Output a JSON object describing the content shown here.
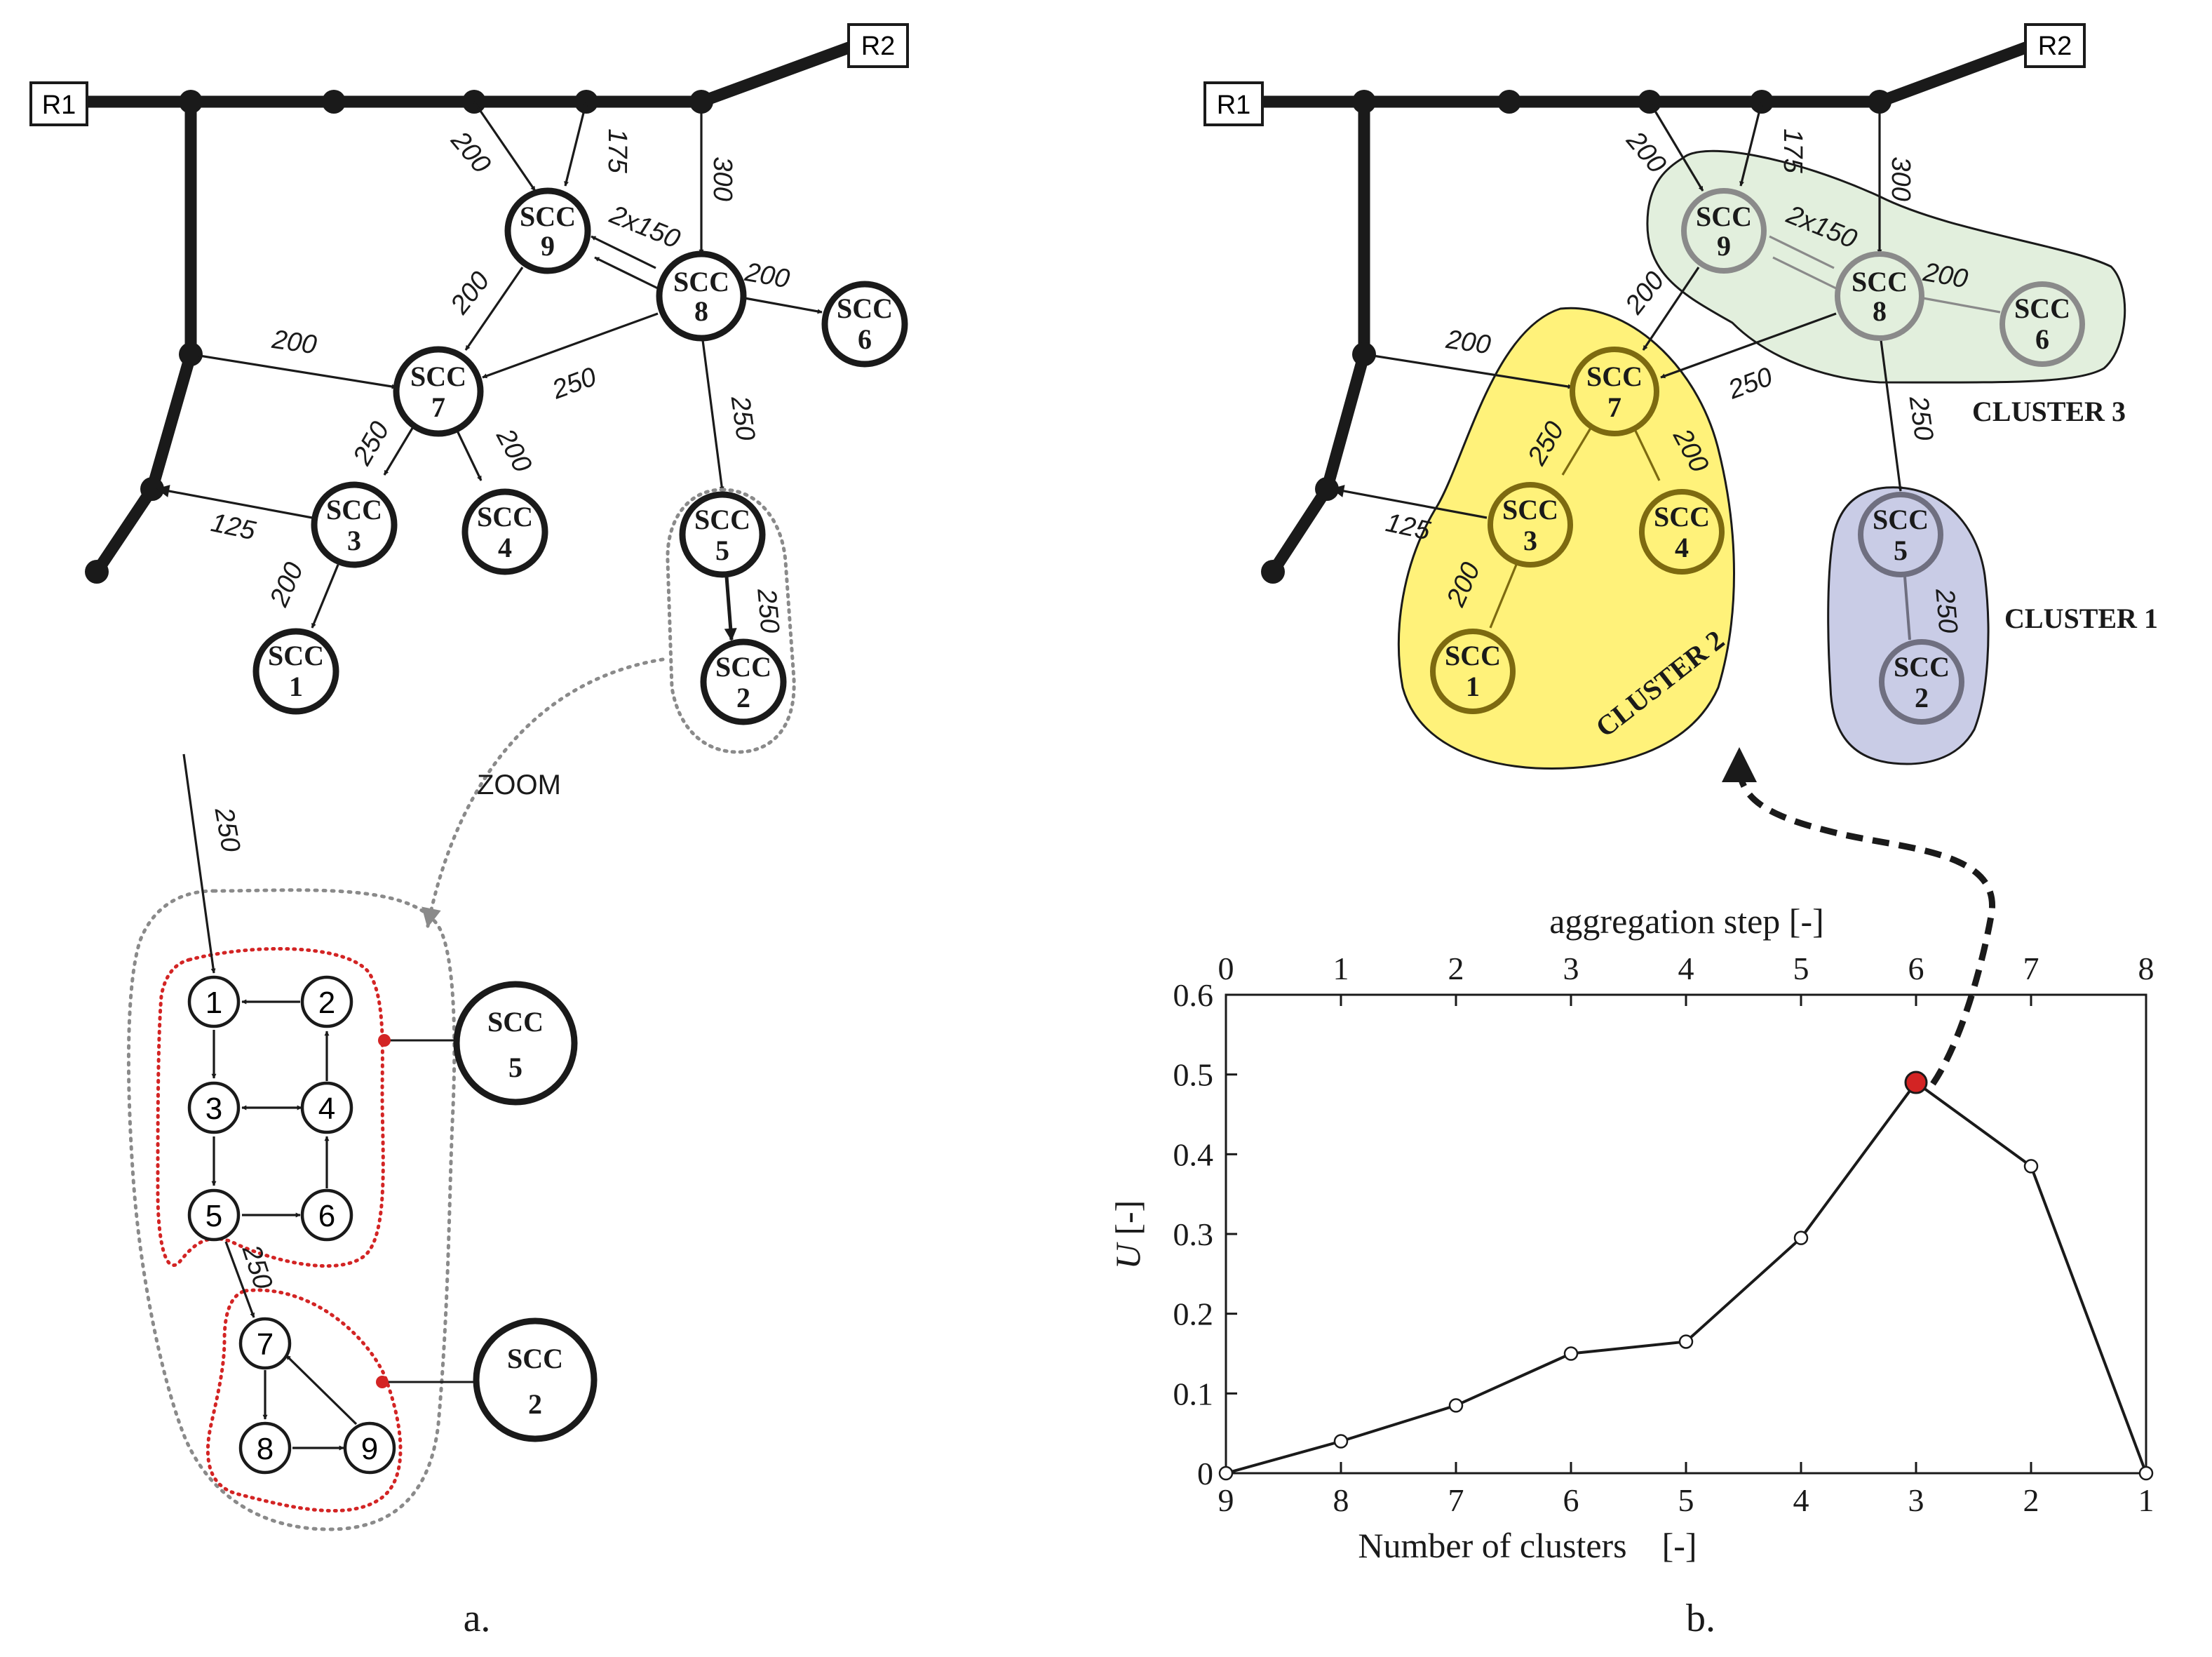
{
  "reservoirs": {
    "r1": "R1",
    "r2": "R2"
  },
  "scc_prefix": "SCC",
  "scc_numbers": [
    "1",
    "2",
    "3",
    "4",
    "5",
    "6",
    "7",
    "8",
    "9"
  ],
  "edge_labels": {
    "e9_in": "200",
    "e_bidir_9": "175",
    "e8_in": "300",
    "e98": "2x150",
    "e86": "200",
    "e97": "200",
    "e_pipe_7": "200",
    "e87": "250",
    "e73": "250",
    "e74": "200",
    "e85": "250",
    "e3_pipe": "125",
    "e31": "200",
    "e52": "250"
  },
  "zoom": {
    "label": "ZOOM",
    "inflow": "250",
    "link": "250",
    "nodes": [
      "1",
      "2",
      "3",
      "4",
      "5",
      "6",
      "7",
      "8",
      "9"
    ],
    "scc_big": [
      "5",
      "2"
    ]
  },
  "clusters": {
    "c1": "CLUSTER 1",
    "c2": "CLUSTER 2",
    "c3": "CLUSTER 3"
  },
  "cluster_colors": {
    "c1": "#c9cce6",
    "c2": "#fff27a",
    "c3": "#e2efdd"
  },
  "marker_color": "#d32424",
  "captions": {
    "a": "a.",
    "b": "b."
  },
  "chart_data": {
    "type": "line",
    "xlabel": "Number of clusters    [-]",
    "x2label": "aggregation step [-]",
    "ylabel_symbol": "U",
    "ylabel_unit": " [-]",
    "x": [
      9,
      8,
      7,
      6,
      5,
      4,
      3,
      2,
      1
    ],
    "x_top": [
      0,
      1,
      2,
      3,
      4,
      5,
      6,
      7,
      8
    ],
    "y": [
      0.0,
      0.04,
      0.085,
      0.15,
      0.165,
      0.295,
      0.49,
      0.385,
      0.0
    ],
    "ylim": [
      0,
      0.6
    ],
    "yticks": [
      "0",
      "0.1",
      "0.2",
      "0.3",
      "0.4",
      "0.5",
      "0.6"
    ],
    "highlight_index": 6,
    "grid": false
  }
}
